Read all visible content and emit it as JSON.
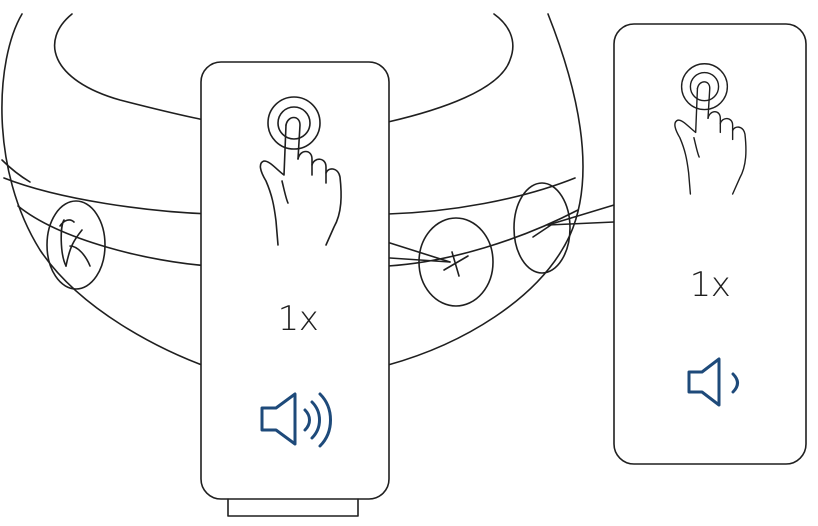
{
  "colors": {
    "line": "#1f1f1f",
    "speaker_icon": "#1e4a7a",
    "background": "#ffffff"
  },
  "speaker": {
    "logo_icon": "k-logo-icon",
    "buttons": [
      {
        "name": "volume-up-button",
        "symbol": "plus-icon"
      },
      {
        "name": "volume-down-button",
        "symbol": "minus-icon"
      }
    ]
  },
  "volume_up_panel": {
    "gesture_icon": "tap-finger-icon",
    "press_count": "1x",
    "result_icon": "speaker-volume-up-icon"
  },
  "volume_down_panel": {
    "gesture_icon": "tap-finger-icon",
    "press_count": "1x",
    "result_icon": "speaker-volume-down-icon"
  }
}
